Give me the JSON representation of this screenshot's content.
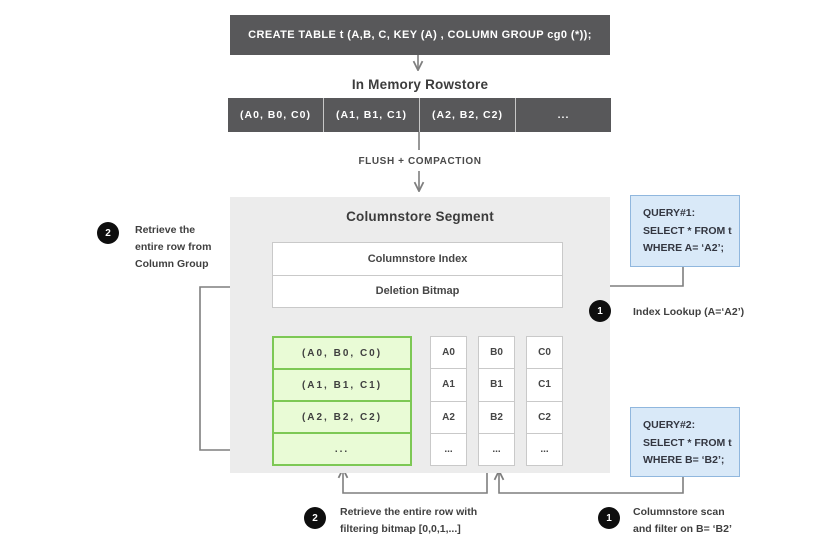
{
  "colors": {
    "dark_bar": "#58585a",
    "segment_bg": "#ececec",
    "green_fill": "#e9fbd6",
    "green_border": "#7dc855",
    "query_fill": "#d9e9f8",
    "query_border": "#90b7de",
    "wire": "#7f7f7f",
    "badge_bg": "#0e0e0e"
  },
  "create_table": {
    "sql": "CREATE TABLE  t (A,B, C, KEY (A) , COLUMN GROUP cg0 (*));"
  },
  "rowstore": {
    "title": "In Memory Rowstore",
    "cells": [
      "(A0, B0, C0)",
      "(A1, B1, C1)",
      "(A2, B2, C2)",
      "..."
    ]
  },
  "flush_label": "FLUSH + COMPACTION",
  "segment": {
    "title": "Columnstore Segment",
    "index_label": "Columnstore Index",
    "bitmap_label": "Deletion Bitmap",
    "column_group_rows": [
      "(A0, B0, C0)",
      "(A1, B1, C1)",
      "(A2, B2, C2)",
      "..."
    ],
    "columns": [
      {
        "cells": [
          "A0",
          "A1",
          "A2",
          "..."
        ]
      },
      {
        "cells": [
          "B0",
          "B1",
          "B2",
          "..."
        ]
      },
      {
        "cells": [
          "C0",
          "C1",
          "C2",
          "..."
        ]
      }
    ]
  },
  "queries": {
    "q1": {
      "lines": [
        "QUERY#1:",
        "SELECT * FROM t",
        "WHERE A= ‘A2’;"
      ]
    },
    "q2": {
      "lines": [
        "QUERY#2:",
        "SELECT * FROM t",
        "WHERE B= ‘B2’;"
      ]
    }
  },
  "annotations": {
    "retrieve_row_group": {
      "badge": "2",
      "lines": [
        "Retrieve the",
        "entire row from",
        "Column Group"
      ]
    },
    "index_lookup": {
      "badge": "1",
      "text": "Index Lookup (A=‘A2’)"
    },
    "retrieve_row_bitmap": {
      "badge": "2",
      "lines": [
        "Retrieve the entire row with",
        "filtering bitmap [0,0,1,...]"
      ]
    },
    "columnstore_scan": {
      "badge": "1",
      "lines": [
        "Columnstore scan",
        "and filter on B= ‘B2’"
      ]
    }
  }
}
